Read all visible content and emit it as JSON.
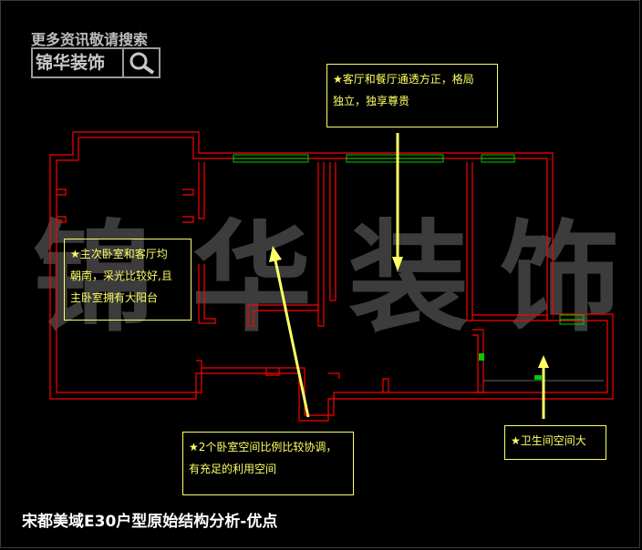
{
  "watermark": {
    "top_text": "更多资讯敬请搜索",
    "logo_text": "锦华装饰",
    "logo_icon": "magnifier-icon",
    "big_chars": [
      "锦",
      "华",
      "装",
      "饰"
    ]
  },
  "callouts": {
    "living_dining": "★客厅和餐厅通透方正，格局\n独立，独享尊贵",
    "south_facing": "★主次卧室和客厅均\n朝南，采光比较好,且\n主卧室拥有大阳台",
    "bedrooms": "★2个卧室空间比例比较协调，\n有充足的利用空间",
    "bathroom": "★卫生间空间大"
  },
  "title": "宋都美域E30户型原始结构分析-优点",
  "colors": {
    "wall": "#ff0000",
    "window": "#00cc00",
    "callout": "#ffff66",
    "arrow": "#ffff66",
    "watermark": "#3c3c3c"
  }
}
